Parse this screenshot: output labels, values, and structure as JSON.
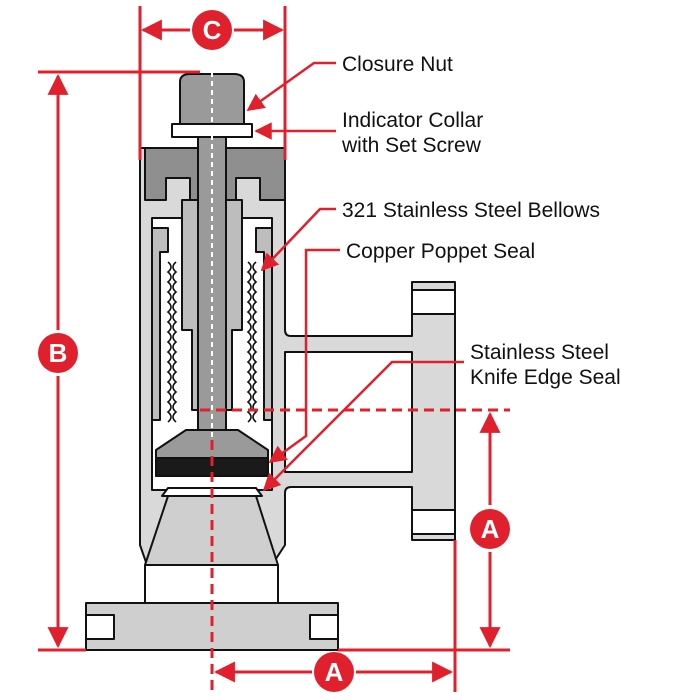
{
  "labels": {
    "closure_nut": "Closure Nut",
    "indicator_collar_line1": "Indicator Collar",
    "indicator_collar_line2": "with Set Screw",
    "bellows": "321 Stainless Steel Bellows",
    "poppet_seal": "Copper Poppet Seal",
    "knife_edge_line1": "Stainless Steel",
    "knife_edge_line2": "Knife Edge Seal"
  },
  "dimensions": {
    "c": "C",
    "b": "B",
    "a_vertical": "A",
    "a_horizontal": "A"
  },
  "colors": {
    "dimension_red": "#e0202c",
    "body_light_gray": "#d9d9d9",
    "body_mid_gray": "#bdbdbd",
    "body_dark_gray": "#8f8f8f",
    "seal_black": "#1a1a1a",
    "outline": "#111111"
  }
}
